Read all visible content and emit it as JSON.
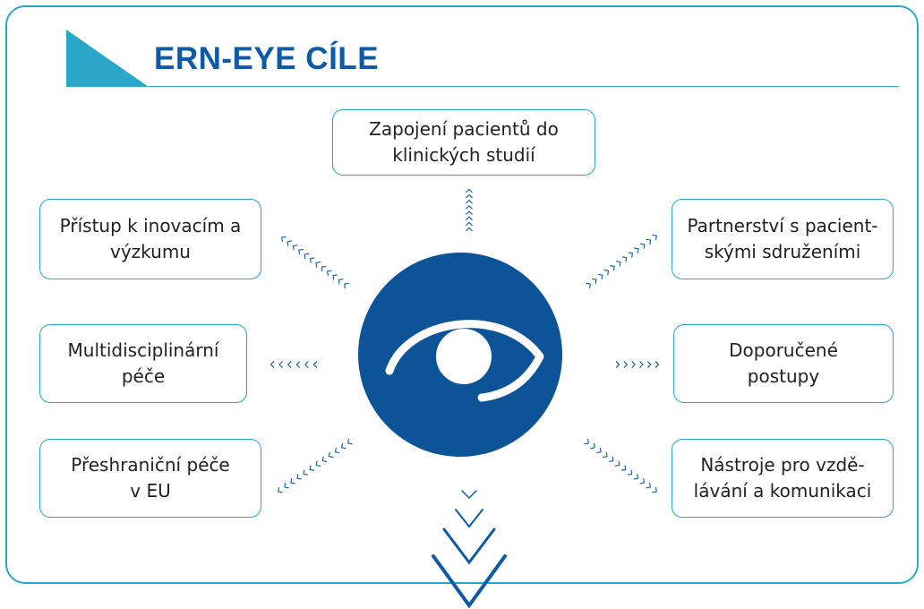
{
  "header": {
    "title": "ERN-EYE CÍLE"
  },
  "colors": {
    "accent": "#2aa7c9",
    "brand": "#0d5aa6",
    "circle": "#0c5398"
  },
  "center": {
    "icon": "eye-icon"
  },
  "goals": {
    "top": {
      "line1": "Zapojení pacientů do",
      "line2": "klinických studií"
    },
    "upper_left": {
      "line1": "Přístup k inovacím a",
      "line2": "výzkumu"
    },
    "upper_right": {
      "line1": "Partnerství s pacient-",
      "line2": "skými sdruženími"
    },
    "middle_left": {
      "line1": "Multidisciplinární",
      "line2": "péče"
    },
    "middle_right": {
      "line1": "Doporučené",
      "line2": "postupy"
    },
    "lower_left": {
      "line1": "Přeshraniční péče",
      "line2": "v EU"
    },
    "lower_right": {
      "line1": "Nástroje pro vzdě-",
      "line2": "lávání a komunikaci"
    }
  }
}
